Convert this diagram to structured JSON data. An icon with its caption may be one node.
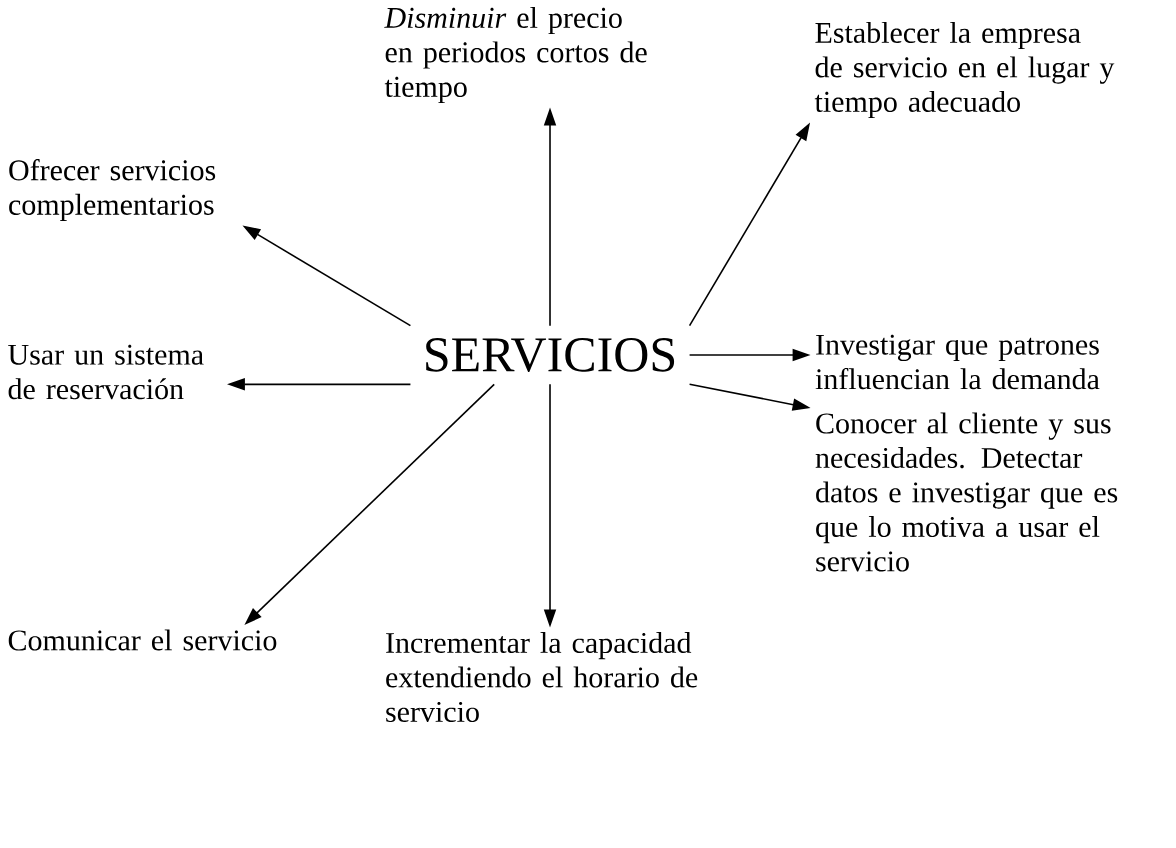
{
  "diagram": {
    "nodes": [
      {
        "text": [
          "SERVICIOS"
        ]
      },
      {
        "text": [
          "*Disminuir* el precio en periodos cortos de tiempo"
        ]
      },
      {
        "text": [
          "Establecer la empresa de servicio en el lugar y tiempo adecuado"
        ]
      },
      {
        "text": [
          "Ofrecer servicios complementarios"
        ]
      },
      {
        "text": [
          "Investigar que patrones influencian la demanda"
        ]
      },
      {
        "text": [
          "Usar un sistema de reservación"
        ]
      },
      {
        "text": [
          "Conocer al cliente y sus necesidades. Detectar datos e investigar que es que lo motiva a usar el servicio"
        ]
      },
      {
        "text": [
          "Comunicar el servicio"
        ]
      },
      {
        "text": [
          "Incrementar la capacidad extendiendo el horario de servicio"
        ]
      }
    ],
    "edges": [
      {
        "from": 0,
        "to": 1,
        "arrow": "to"
      },
      {
        "from": 0,
        "to": 2,
        "arrow": "to"
      },
      {
        "from": 0,
        "to": 3,
        "arrow": "to"
      },
      {
        "from": 0,
        "to": 4,
        "arrow": "to"
      },
      {
        "from": 0,
        "to": 5,
        "arrow": "to"
      },
      {
        "from": 0,
        "to": 6,
        "arrow": "to"
      },
      {
        "from": 0,
        "to": 7,
        "arrow": "to"
      },
      {
        "from": 0,
        "to": 8,
        "arrow": "to"
      }
    ]
  }
}
